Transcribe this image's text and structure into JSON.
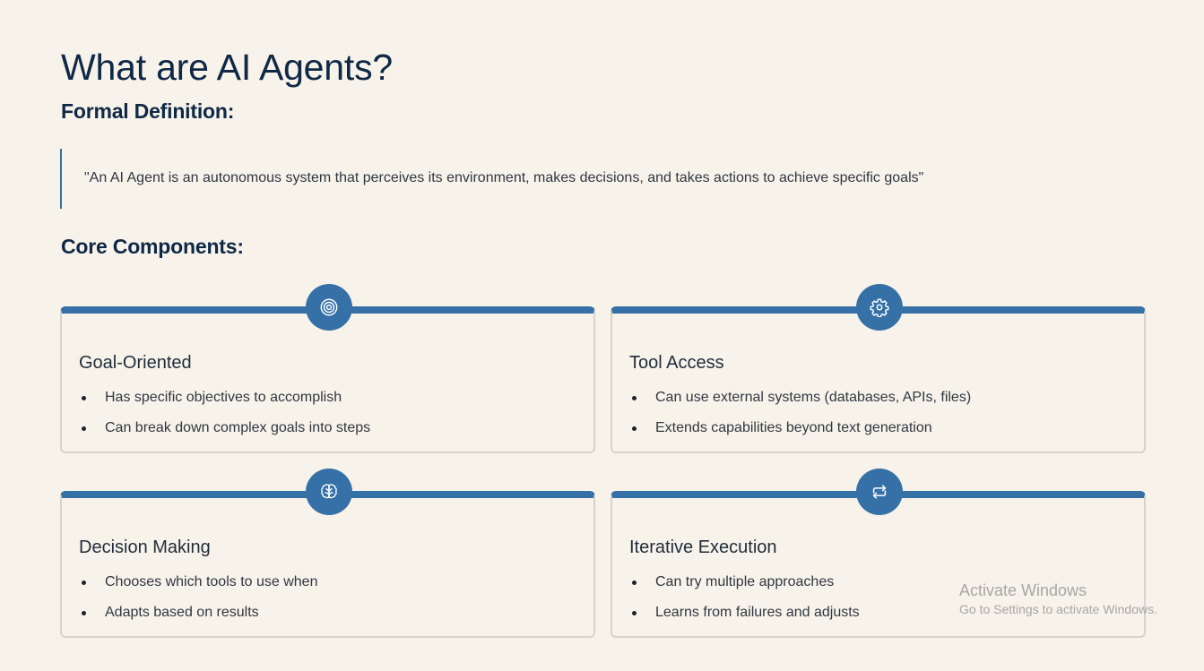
{
  "page": {
    "title": "What are AI Agents?"
  },
  "formal_definition": {
    "heading": "Formal Definition:",
    "quote": "\"An AI Agent is an autonomous system that perceives its environment, makes decisions, and takes actions to achieve specific goals\""
  },
  "core_components": {
    "heading": "Core Components:",
    "cards": [
      {
        "icon": "target-icon",
        "title": "Goal-Oriented",
        "bullets": [
          "Has specific objectives to accomplish",
          "Can break down complex goals into steps"
        ]
      },
      {
        "icon": "gear-icon",
        "title": "Tool Access",
        "bullets": [
          "Can use external systems (databases, APIs, files)",
          "Extends capabilities beyond text generation"
        ]
      },
      {
        "icon": "brain-icon",
        "title": "Decision Making",
        "bullets": [
          "Chooses which tools to use when",
          "Adapts based on results"
        ]
      },
      {
        "icon": "repeat-icon",
        "title": "Iterative Execution",
        "bullets": [
          "Can try multiple approaches",
          "Learns from failures and adjusts"
        ]
      }
    ]
  },
  "watermark": {
    "title": "Activate Windows",
    "subtitle": "Go to Settings to activate Windows."
  },
  "colors": {
    "background": "#f8f3ea",
    "accent": "#3570a6",
    "heading": "#0e2846",
    "border": "#d6d3cd"
  }
}
